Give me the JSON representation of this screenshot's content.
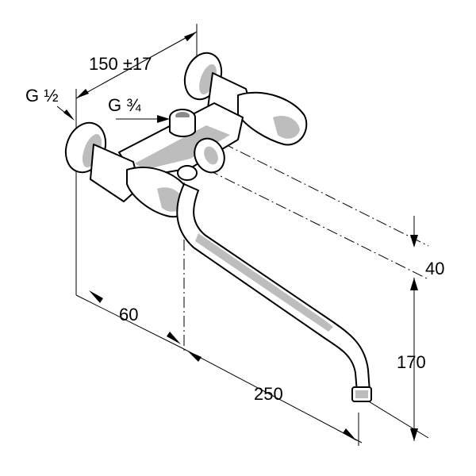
{
  "drawing": {
    "dimensions": {
      "wall_spacing": "150 ±17",
      "connection_left": "G ½",
      "connection_top": "G ¾",
      "center_offset": "60",
      "spout_reach": "250",
      "offset_vertical": "40",
      "spout_height": "170"
    }
  }
}
